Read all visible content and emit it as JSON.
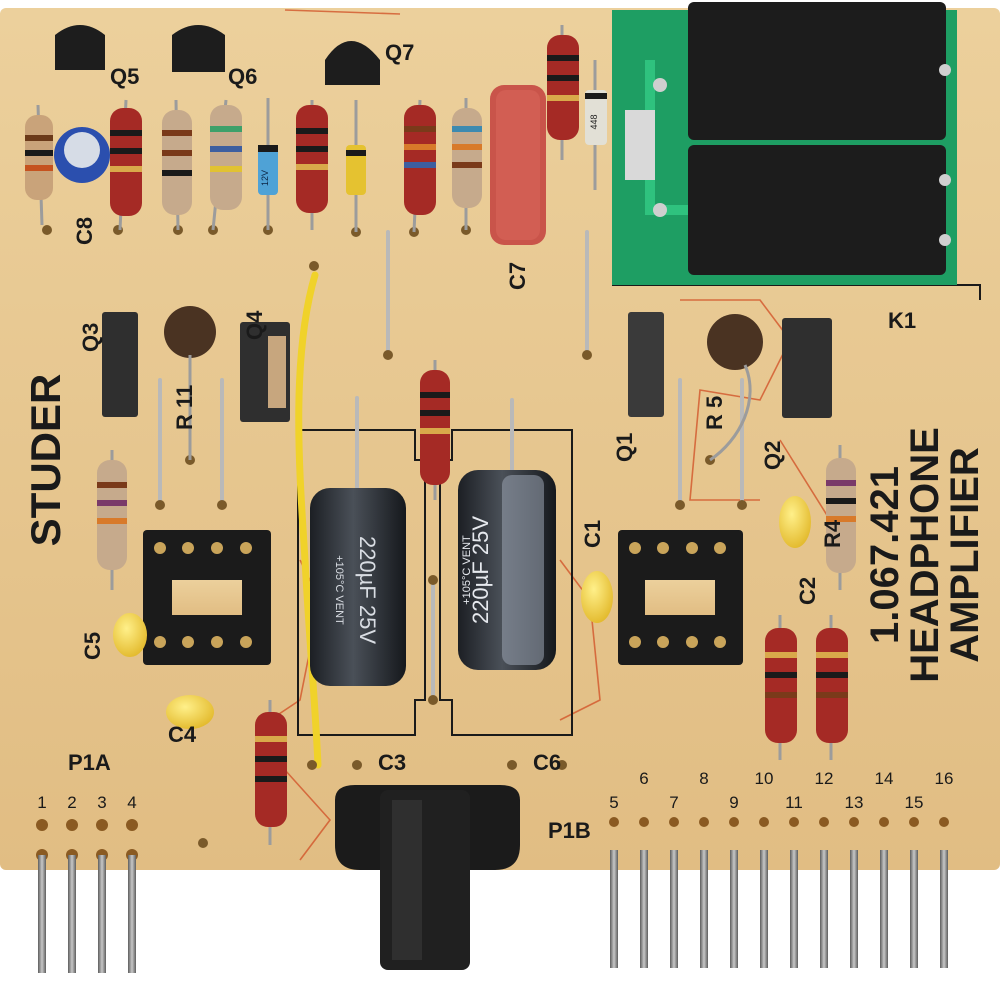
{
  "board": {
    "brand": "STUDER",
    "part_number": "1.067.421",
    "title_line1": "HEADPHONE",
    "title_line2": "AMPLIFIER",
    "colors": {
      "pcb": "#e8c78f",
      "pcb_shadow": "#d9b57a",
      "silkscreen": "#1a1a1a",
      "relay_board": "#1e9e63",
      "relay_body": "#1c1c1c",
      "electrolytic": "#2b2f35",
      "film_cap": "#c9544a",
      "ceramic_cap": "#f0cf3a",
      "ic_socket": "#1b1b1b",
      "header_pin": "#8d8d8d",
      "pencil_marks": "#d2552b"
    }
  },
  "labels": {
    "q5": "Q5",
    "q6": "Q6",
    "q7": "Q7",
    "c8": "C8",
    "c7": "C7",
    "k1": "K1",
    "q3": "Q3",
    "q4": "Q4",
    "r11": "R 11",
    "q1": "Q1",
    "r5": "R 5",
    "q2": "Q2",
    "c1": "C1",
    "c2": "C2",
    "r4": "R4",
    "c5": "C5",
    "c4": "C4",
    "c3": "C3",
    "c6": "C6",
    "p1a": "P1A",
    "p1b": "P1B"
  },
  "component_markings": {
    "c3_value": "220µF 25V",
    "c3_temp": "+105°C VENT",
    "c6_value": "220µF 25V",
    "c6_temp": "+105°C VENT",
    "zener1": "12V",
    "diode2": "448"
  },
  "connector_p1a_pins": [
    "1",
    "2",
    "3",
    "4"
  ],
  "connector_p1b_pins": [
    "5",
    "6",
    "7",
    "8",
    "9",
    "10",
    "11",
    "12",
    "13",
    "14",
    "15",
    "16"
  ]
}
